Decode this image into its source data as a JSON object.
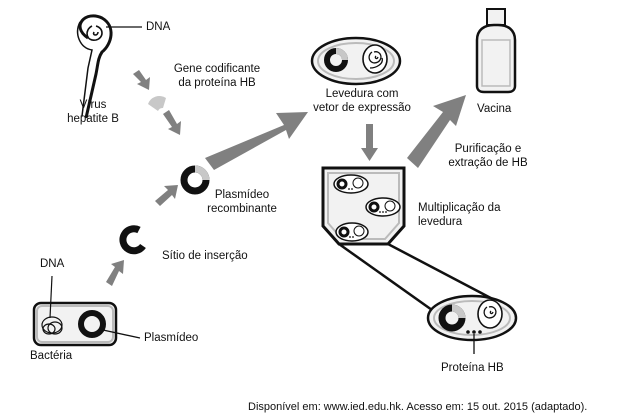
{
  "labels": {
    "dna_virus": "DNA",
    "virus_line1": "Vírus",
    "virus_line2": "hepatite B",
    "gene_line1": "Gene codificante",
    "gene_line2": "da proteína HB",
    "plasmid_recomb_line1": "Plasmídeo",
    "plasmid_recomb_line2": "recombinante",
    "insertion_site": "Sítio de inserção",
    "dna_bacteria": "DNA",
    "bacteria": "Bactéria",
    "plasmid": "Plasmídeo",
    "yeast_line1": "Levedura com",
    "yeast_line2": "vetor de expressão",
    "vaccine": "Vacina",
    "purification_line1": "Purificação e",
    "purification_line2": "extração de HB",
    "multiplication_line1": "Multiplicação da",
    "multiplication_line2": "levedura",
    "protein_hb": "Proteína HB"
  },
  "source": "Disponível em: www.ied.edu.hk. Acesso em: 15 out. 2015 (adaptado).",
  "colors": {
    "stroke": "#111111",
    "arrow_fill": "#808080",
    "light_gray": "#c8c8c8",
    "box_fill": "#f2f2f2"
  },
  "icons": [
    "virus-icon",
    "bacteria-icon",
    "plasmid-icon",
    "yeast-cell-icon",
    "vaccine-bottle-icon"
  ]
}
